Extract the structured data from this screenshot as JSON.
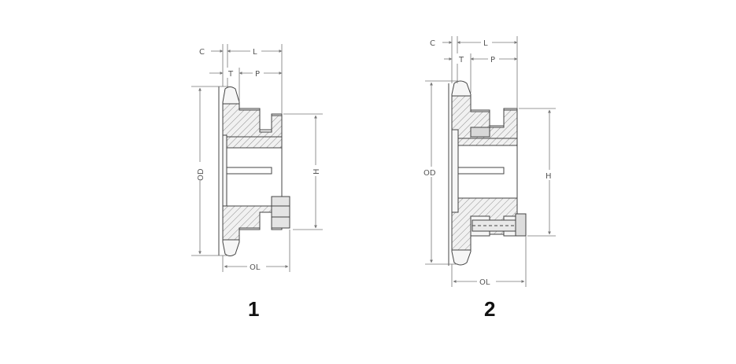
{
  "drawing_1": {
    "number": "1",
    "labels": {
      "c": "C",
      "l": "L",
      "t": "T",
      "p": "P",
      "od": "OD",
      "h": "H",
      "ol": "OL"
    }
  },
  "drawing_2": {
    "number": "2",
    "labels": {
      "c": "C",
      "l": "L",
      "t": "T",
      "p": "P",
      "od": "OD",
      "h": "H",
      "ol": "OL"
    }
  },
  "colors": {
    "line": "#444444",
    "fill": "#eeeeee",
    "dim": "#666666",
    "number": "#111111"
  }
}
